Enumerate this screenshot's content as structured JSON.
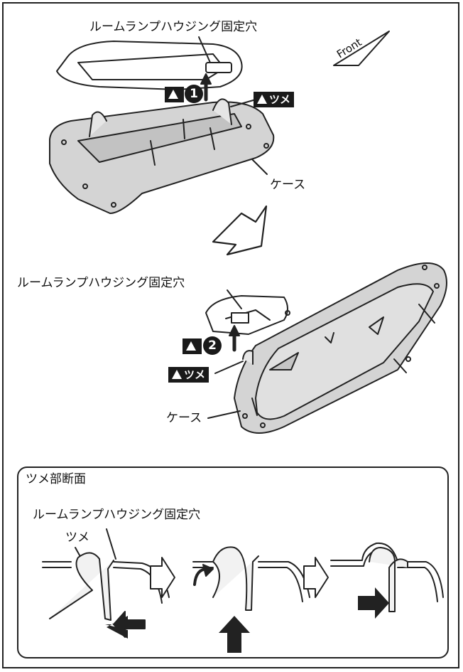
{
  "top_view": {
    "housing_hole_label": "ルームランプハウジング固定穴",
    "front_label": "Front",
    "step1_number": "1",
    "claw_tag": "ツメ",
    "case_label": "ケース"
  },
  "bottom_view": {
    "housing_hole_label": "ルームランプハウジング固定穴",
    "step2_number": "2",
    "claw_tag": "ツメ",
    "case_label": "ケース"
  },
  "section_box": {
    "title": "ツメ部断面",
    "housing_hole_label": "ルームランプハウジング固定穴",
    "claw_label": "ツメ"
  }
}
